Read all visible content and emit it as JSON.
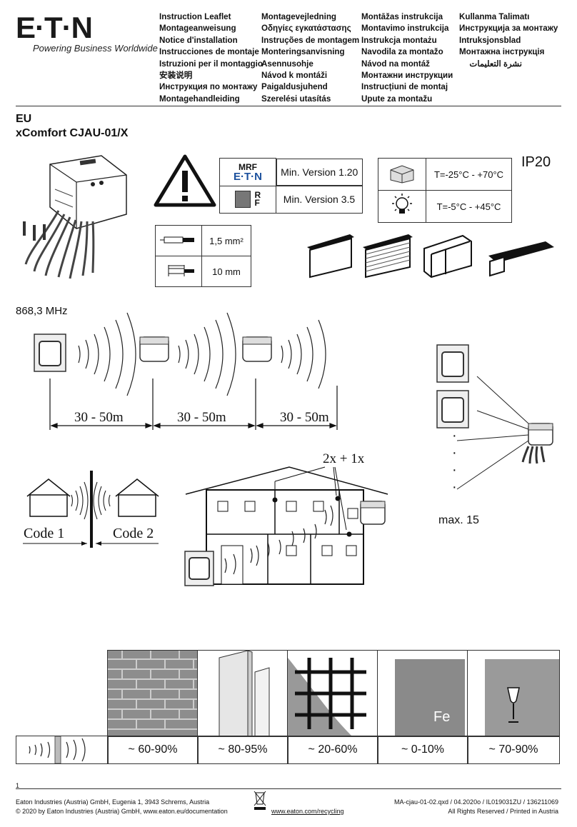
{
  "header": {
    "logo": "E·T·N",
    "tagline": "Powering Business Worldwide",
    "col1": [
      "Instruction Leaflet",
      "Montageanweisung",
      "Notice d'installation",
      "Instrucciones de montaje",
      "Istruzioni per il montaggio",
      "安装说明",
      "Инструкция по монтажу",
      "Montagehandleiding"
    ],
    "col2": [
      "Montagevejledning",
      "Οδηγίες εγκατάστασης",
      "Instruções de montagem",
      "Monteringsanvisning",
      "Asennusohje",
      "Návod k montáži",
      "Paigaldusjuhend",
      "Szerelési utasítás"
    ],
    "col3": [
      "Montāžas instrukcija",
      "Montavimo instrukcija",
      "Instrukcja montażu",
      "Navodila za montažo",
      "Návod na montáž",
      "Монтажни инструкции",
      "Instrucțiuni de montaj",
      "Upute za montažu"
    ],
    "col4": [
      "Kullanma Talimatı",
      "Инструкција за монтажу",
      "Intruksjonsblad",
      "Монтажна інструкція",
      "نشرة التعليمات"
    ]
  },
  "product": {
    "region": "EU",
    "name": "xComfort CJAU-01/X"
  },
  "versions": {
    "mrf_label": "MRF",
    "brand": "E·T·N",
    "rf_label": "RF",
    "mrf_version": "Min. Version 1.20",
    "rf_version": "Min. Version 3.5"
  },
  "temperature": {
    "storage": "T=-25°C - +70°C",
    "operating": "T=-5°C - +45°C",
    "ip": "IP20"
  },
  "wire": {
    "cross_section": "1,5 mm²",
    "strip": "10 mm"
  },
  "radio": {
    "frequency": "868,3 MHz",
    "range": [
      "30 - 50m",
      "30 - 50m",
      "30 - 50m"
    ],
    "max": "max. 15",
    "codes": [
      "Code 1",
      "Code 2"
    ],
    "repeat": "2x + 1x",
    "dots": "·"
  },
  "materials": {
    "percent": [
      "~ 60-90%",
      "~ 80-95%",
      "~ 20-60%",
      "~ 0-10%",
      "~ 70-90%"
    ],
    "fe_label": "Fe"
  },
  "footer": {
    "page": "1",
    "company": "Eaton Industries (Austria) GmbH, Eugenia 1, 3943 Schrems, Austria",
    "copyright": "© 2020 by Eaton Industries (Austria) GmbH, www.eaton.eu/documentation",
    "recycling": "www.eaton.com/recycling",
    "docref": "MA-cjau-01-02.qxd / 04.2020o / IL019031ZU / 136211069",
    "rights": "All Rights Reserved / Printed in Austria"
  }
}
